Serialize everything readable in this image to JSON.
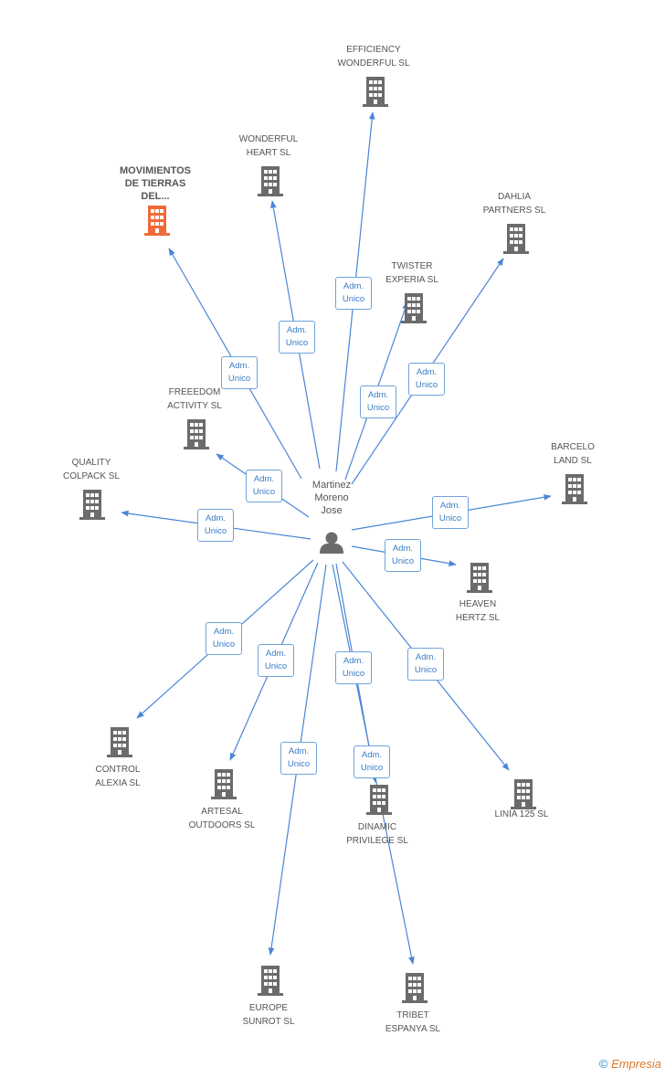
{
  "colors": {
    "edge": "#4a86d6",
    "building": "#6b6b6b",
    "highlight": "#f06a38",
    "person": "#6b6b6b"
  },
  "center": {
    "name": "Martinez\nMoreno\nJose"
  },
  "role_label": "Adm.\nUnico",
  "nodes": [
    {
      "id": "efficiency",
      "label": "EFFICIENCY\nWONDERFUL SL",
      "highlight": false
    },
    {
      "id": "wonderful",
      "label": "WONDERFUL\nHEART SL",
      "highlight": false
    },
    {
      "id": "movimientos",
      "label": "MOVIMIENTOS\nDE TIERRAS\nDEL...",
      "highlight": true
    },
    {
      "id": "dahlia",
      "label": "DAHLIA\nPARTNERS  SL",
      "highlight": false
    },
    {
      "id": "twister",
      "label": "TWISTER\nEXPERIA  SL",
      "highlight": false
    },
    {
      "id": "freeedom",
      "label": "FREEEDOM\nACTIVITY SL",
      "highlight": false
    },
    {
      "id": "quality",
      "label": "QUALITY\nCOLPACK SL",
      "highlight": false
    },
    {
      "id": "barcelo",
      "label": "BARCELO\nLAND SL",
      "highlight": false
    },
    {
      "id": "heaven",
      "label": "HEAVEN\nHERTZ SL",
      "highlight": false
    },
    {
      "id": "control",
      "label": "CONTROL\nALEXIA SL",
      "highlight": false
    },
    {
      "id": "artesal",
      "label": "ARTESAL\nOUTDOORS SL",
      "highlight": false
    },
    {
      "id": "dinamic",
      "label": "DINAMIC\nPRIVILEGE SL",
      "highlight": false
    },
    {
      "id": "linia",
      "label": "LINIA 125 SL",
      "highlight": false
    },
    {
      "id": "europe",
      "label": "EUROPE\nSUNROT SL",
      "highlight": false
    },
    {
      "id": "tribet",
      "label": "TRIBET\nESPANYA SL",
      "highlight": false
    }
  ],
  "footer": {
    "copyright": "©",
    "brand": "Empresia"
  }
}
